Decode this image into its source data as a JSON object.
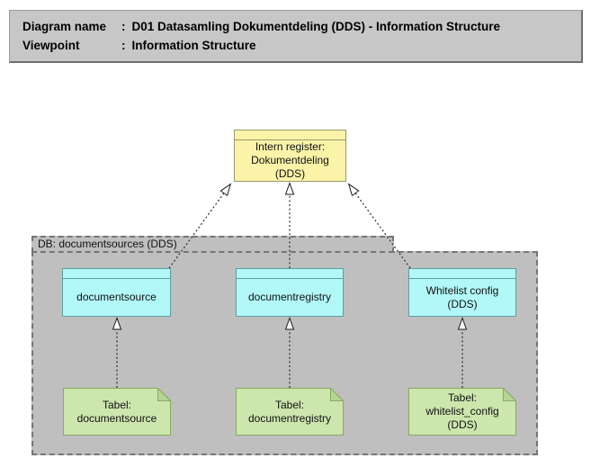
{
  "header": {
    "rows": [
      {
        "label": "Diagram name",
        "sep": ":",
        "value": "D01 Datasamling Dokumentdeling (DDS) - Information Structure"
      },
      {
        "label": "Viewpoint",
        "sep": ":",
        "value": "Information Structure"
      }
    ]
  },
  "business_object": {
    "label": "Intern register:\nDokumentdeling\n(DDS)"
  },
  "grouping": {
    "label": "DB: documentsources (DDS)"
  },
  "entities": [
    {
      "label": "documentsource"
    },
    {
      "label": "documentregistry"
    },
    {
      "label": "Whitelist config\n(DDS)"
    }
  ],
  "notes": [
    {
      "label": "Tabel:\ndocumentsource"
    },
    {
      "label": "Tabel:\ndocumentregistry"
    },
    {
      "label": "Tabel:\nwhitelist_config\n(DDS)"
    }
  ],
  "relationships": {
    "type": "realization (dashed line, hollow triangle arrowhead)",
    "edges": [
      "documentsource -> Intern register: Dokumentdeling (DDS)",
      "documentregistry -> Intern register: Dokumentdeling (DDS)",
      "Whitelist config (DDS) -> Intern register: Dokumentdeling (DDS)",
      "Tabel: documentsource -> documentsource",
      "Tabel: documentregistry -> documentregistry",
      "Tabel: whitelist_config (DDS) -> Whitelist config (DDS)"
    ]
  },
  "colors": {
    "title_block_fill": "#c7c7c7",
    "grouping_fill": "#bfbfbf",
    "grouping_border": "#757575",
    "business_object_fill": "#faf3a8",
    "entity_fill": "#b2f8f9",
    "entity_border": "#5f9ea0",
    "note_fill": "#cde6ae",
    "note_border": "#87aa60",
    "line": "#2a2a2a"
  }
}
